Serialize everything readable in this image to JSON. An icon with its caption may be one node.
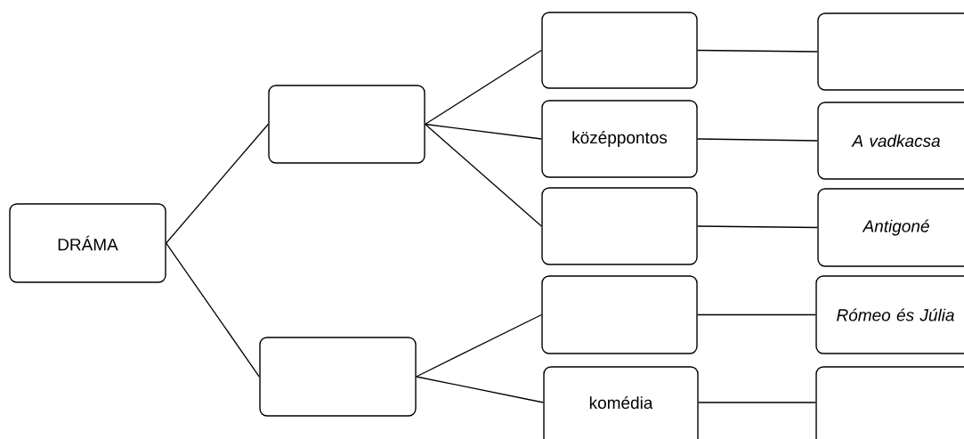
{
  "diagram": {
    "nodes": [
      {
        "text": [
          "DRÁMA"
        ]
      },
      {
        "text": [],
        "shape": "box"
      },
      {
        "text": [],
        "shape": "box"
      },
      {
        "text": [],
        "shape": "box"
      },
      {
        "text": [
          "középpontos"
        ]
      },
      {
        "text": [],
        "shape": "box"
      },
      {
        "text": [],
        "shape": "box"
      },
      {
        "text": [
          "komédia"
        ]
      },
      {
        "text": [],
        "shape": "box"
      },
      {
        "text": [
          "A vadkacsa"
        ]
      },
      {
        "text": [
          "Antigoné"
        ]
      },
      {
        "text": [
          "Rómeo és Júlia"
        ]
      },
      {
        "text": [],
        "shape": "box"
      }
    ],
    "edges": [
      {
        "from": 0,
        "to": 1,
        "arrow": "none"
      },
      {
        "from": 0,
        "to": 2,
        "arrow": "none"
      },
      {
        "from": 1,
        "to": 3,
        "arrow": "none"
      },
      {
        "from": 1,
        "to": 4,
        "arrow": "none"
      },
      {
        "from": 1,
        "to": 5,
        "arrow": "none"
      },
      {
        "from": 2,
        "to": 6,
        "arrow": "none"
      },
      {
        "from": 2,
        "to": 7,
        "arrow": "none"
      },
      {
        "from": 3,
        "to": 8,
        "arrow": "none"
      },
      {
        "from": 4,
        "to": 9,
        "arrow": "none"
      },
      {
        "from": 5,
        "to": 10,
        "arrow": "none"
      },
      {
        "from": 6,
        "to": 11,
        "arrow": "none"
      },
      {
        "from": 7,
        "to": 12,
        "arrow": "none"
      }
    ]
  }
}
